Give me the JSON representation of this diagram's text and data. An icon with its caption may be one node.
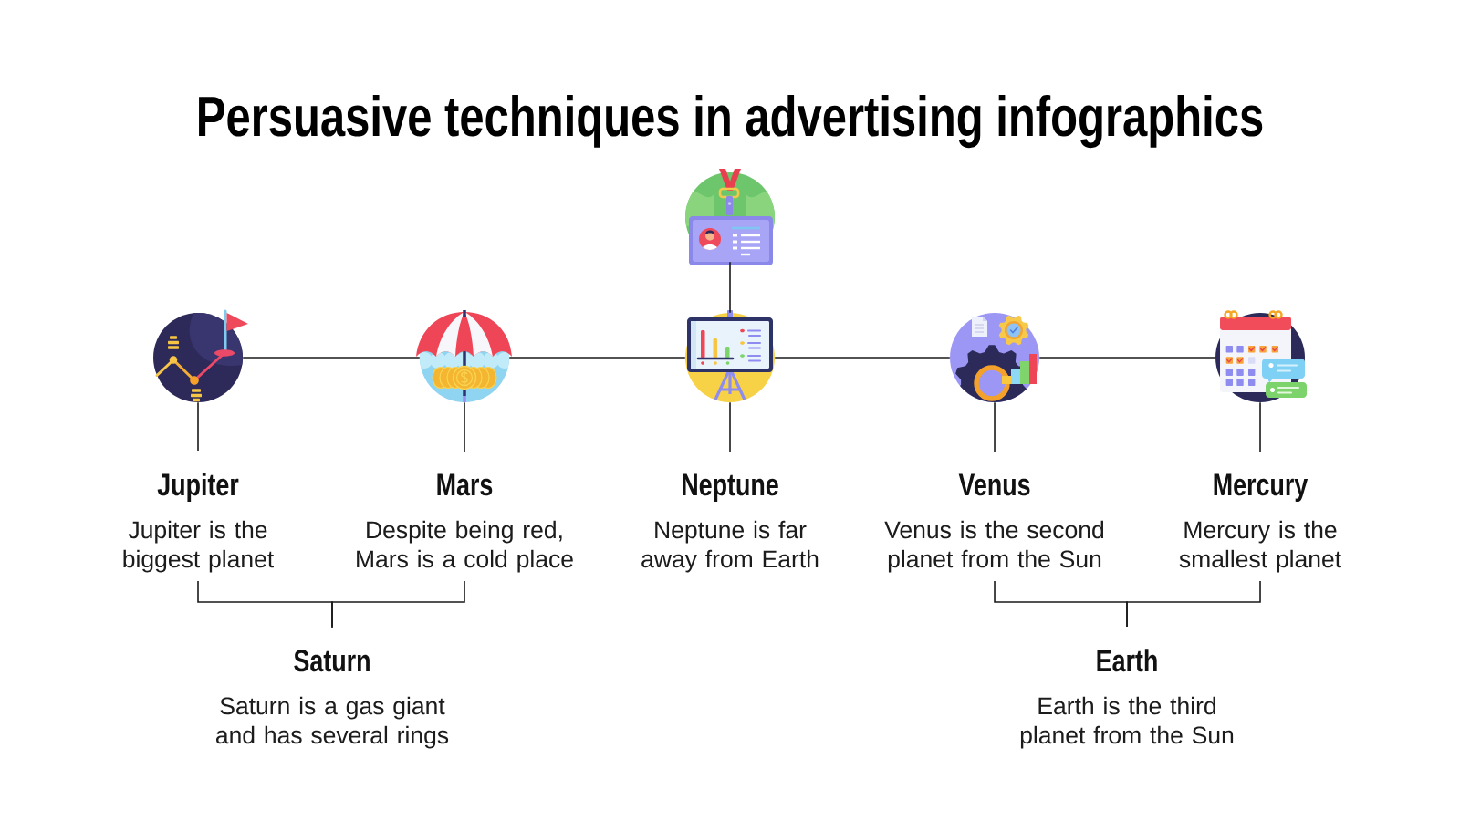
{
  "diagram": {
    "title": "Persuasive techniques in advertising infographics",
    "nodes": [
      {
        "text": [],
        "shape": "picture"
      },
      {
        "text": [],
        "shape": "picture"
      },
      {
        "text": [],
        "shape": "picture"
      },
      {
        "text": [],
        "shape": "picture"
      },
      {
        "text": [],
        "shape": "picture"
      },
      {
        "text": [],
        "shape": "picture"
      },
      {
        "text": [
          "Jupiter",
          "Jupiter is the biggest planet"
        ]
      },
      {
        "text": [
          "Mars",
          "Despite being red, Mars is a cold place"
        ]
      },
      {
        "text": [
          "Neptune",
          "Neptune is far away from Earth"
        ]
      },
      {
        "text": [
          "Venus",
          "Venus is the second planet from the Sun"
        ]
      },
      {
        "text": [
          "Mercury",
          "Mercury is the smallest planet"
        ]
      },
      {
        "text": [
          "Saturn",
          "Saturn is a gas giant and has several rings"
        ]
      },
      {
        "text": [
          "Earth",
          "Earth is the third planet from the Sun"
        ]
      }
    ],
    "edges": [
      {
        "from": 1,
        "to": 2,
        "arrow": "none"
      },
      {
        "from": 2,
        "to": 3,
        "arrow": "none"
      },
      {
        "from": 3,
        "to": 4,
        "arrow": "none"
      },
      {
        "from": 4,
        "to": 5,
        "arrow": "none"
      },
      {
        "from": 0,
        "to": 3,
        "arrow": "none"
      },
      {
        "from": 1,
        "to": 6,
        "arrow": "none"
      },
      {
        "from": 2,
        "to": 7,
        "arrow": "none"
      },
      {
        "from": 3,
        "to": 8,
        "arrow": "none"
      },
      {
        "from": 4,
        "to": 9,
        "arrow": "none"
      },
      {
        "from": 5,
        "to": 10,
        "arrow": "none"
      },
      {
        "from": 6,
        "to": 11,
        "arrow": "none"
      },
      {
        "from": 7,
        "to": 11,
        "arrow": "none"
      },
      {
        "from": 9,
        "to": 12,
        "arrow": "none"
      },
      {
        "from": 10,
        "to": 12,
        "arrow": "none"
      }
    ]
  }
}
